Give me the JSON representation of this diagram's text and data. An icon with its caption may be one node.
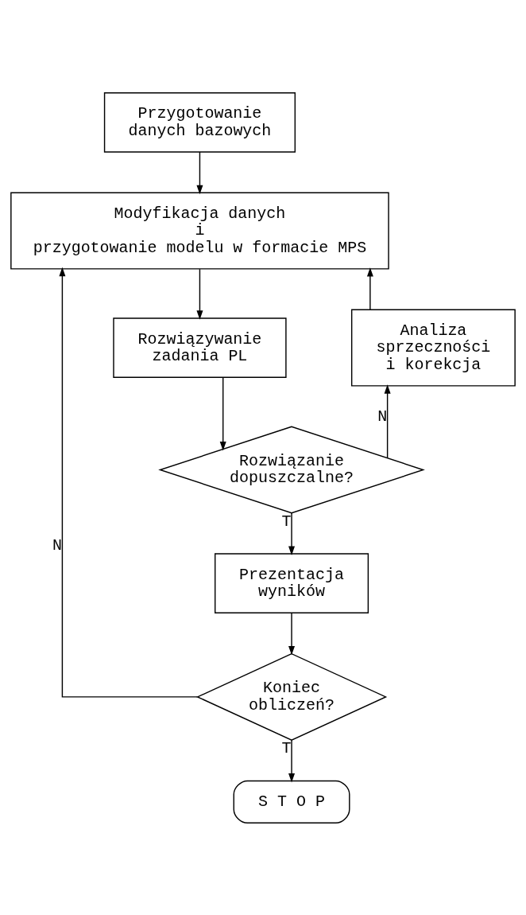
{
  "diagram": {
    "nodes": [
      {
        "text": [
          "Przygotowanie danych bazowych"
        ]
      },
      {
        "text": [
          "Modyfikacja danych i przygotowanie modelu w formacie MPS"
        ]
      },
      {
        "text": [
          "Rozwiązywanie zadania PL"
        ]
      },
      {
        "text": [
          "Rozwiązanie dopuszczalne?"
        ]
      },
      {
        "text": [
          "Analiza sprzeczności i korekcja"
        ]
      },
      {
        "text": [
          "Prezentacja wyników"
        ]
      },
      {
        "text": [
          "Koniec obliczeń?"
        ]
      },
      {
        "text": [
          "S T O P"
        ]
      }
    ],
    "edges": [
      {
        "from": 0,
        "to": 1,
        "arrow": "to"
      },
      {
        "from": 1,
        "to": 2,
        "arrow": "to"
      },
      {
        "from": 2,
        "to": 3,
        "arrow": "to"
      },
      {
        "from": 3,
        "to": 4,
        "arrow": "to",
        "label": "N"
      },
      {
        "from": 4,
        "to": 1,
        "arrow": "to"
      },
      {
        "from": 3,
        "to": 5,
        "arrow": "to",
        "label": "T"
      },
      {
        "from": 5,
        "to": 6,
        "arrow": "to"
      },
      {
        "from": 6,
        "to": 1,
        "arrow": "to",
        "label": "N"
      },
      {
        "from": 6,
        "to": 7,
        "arrow": "to",
        "label": "T"
      }
    ]
  }
}
